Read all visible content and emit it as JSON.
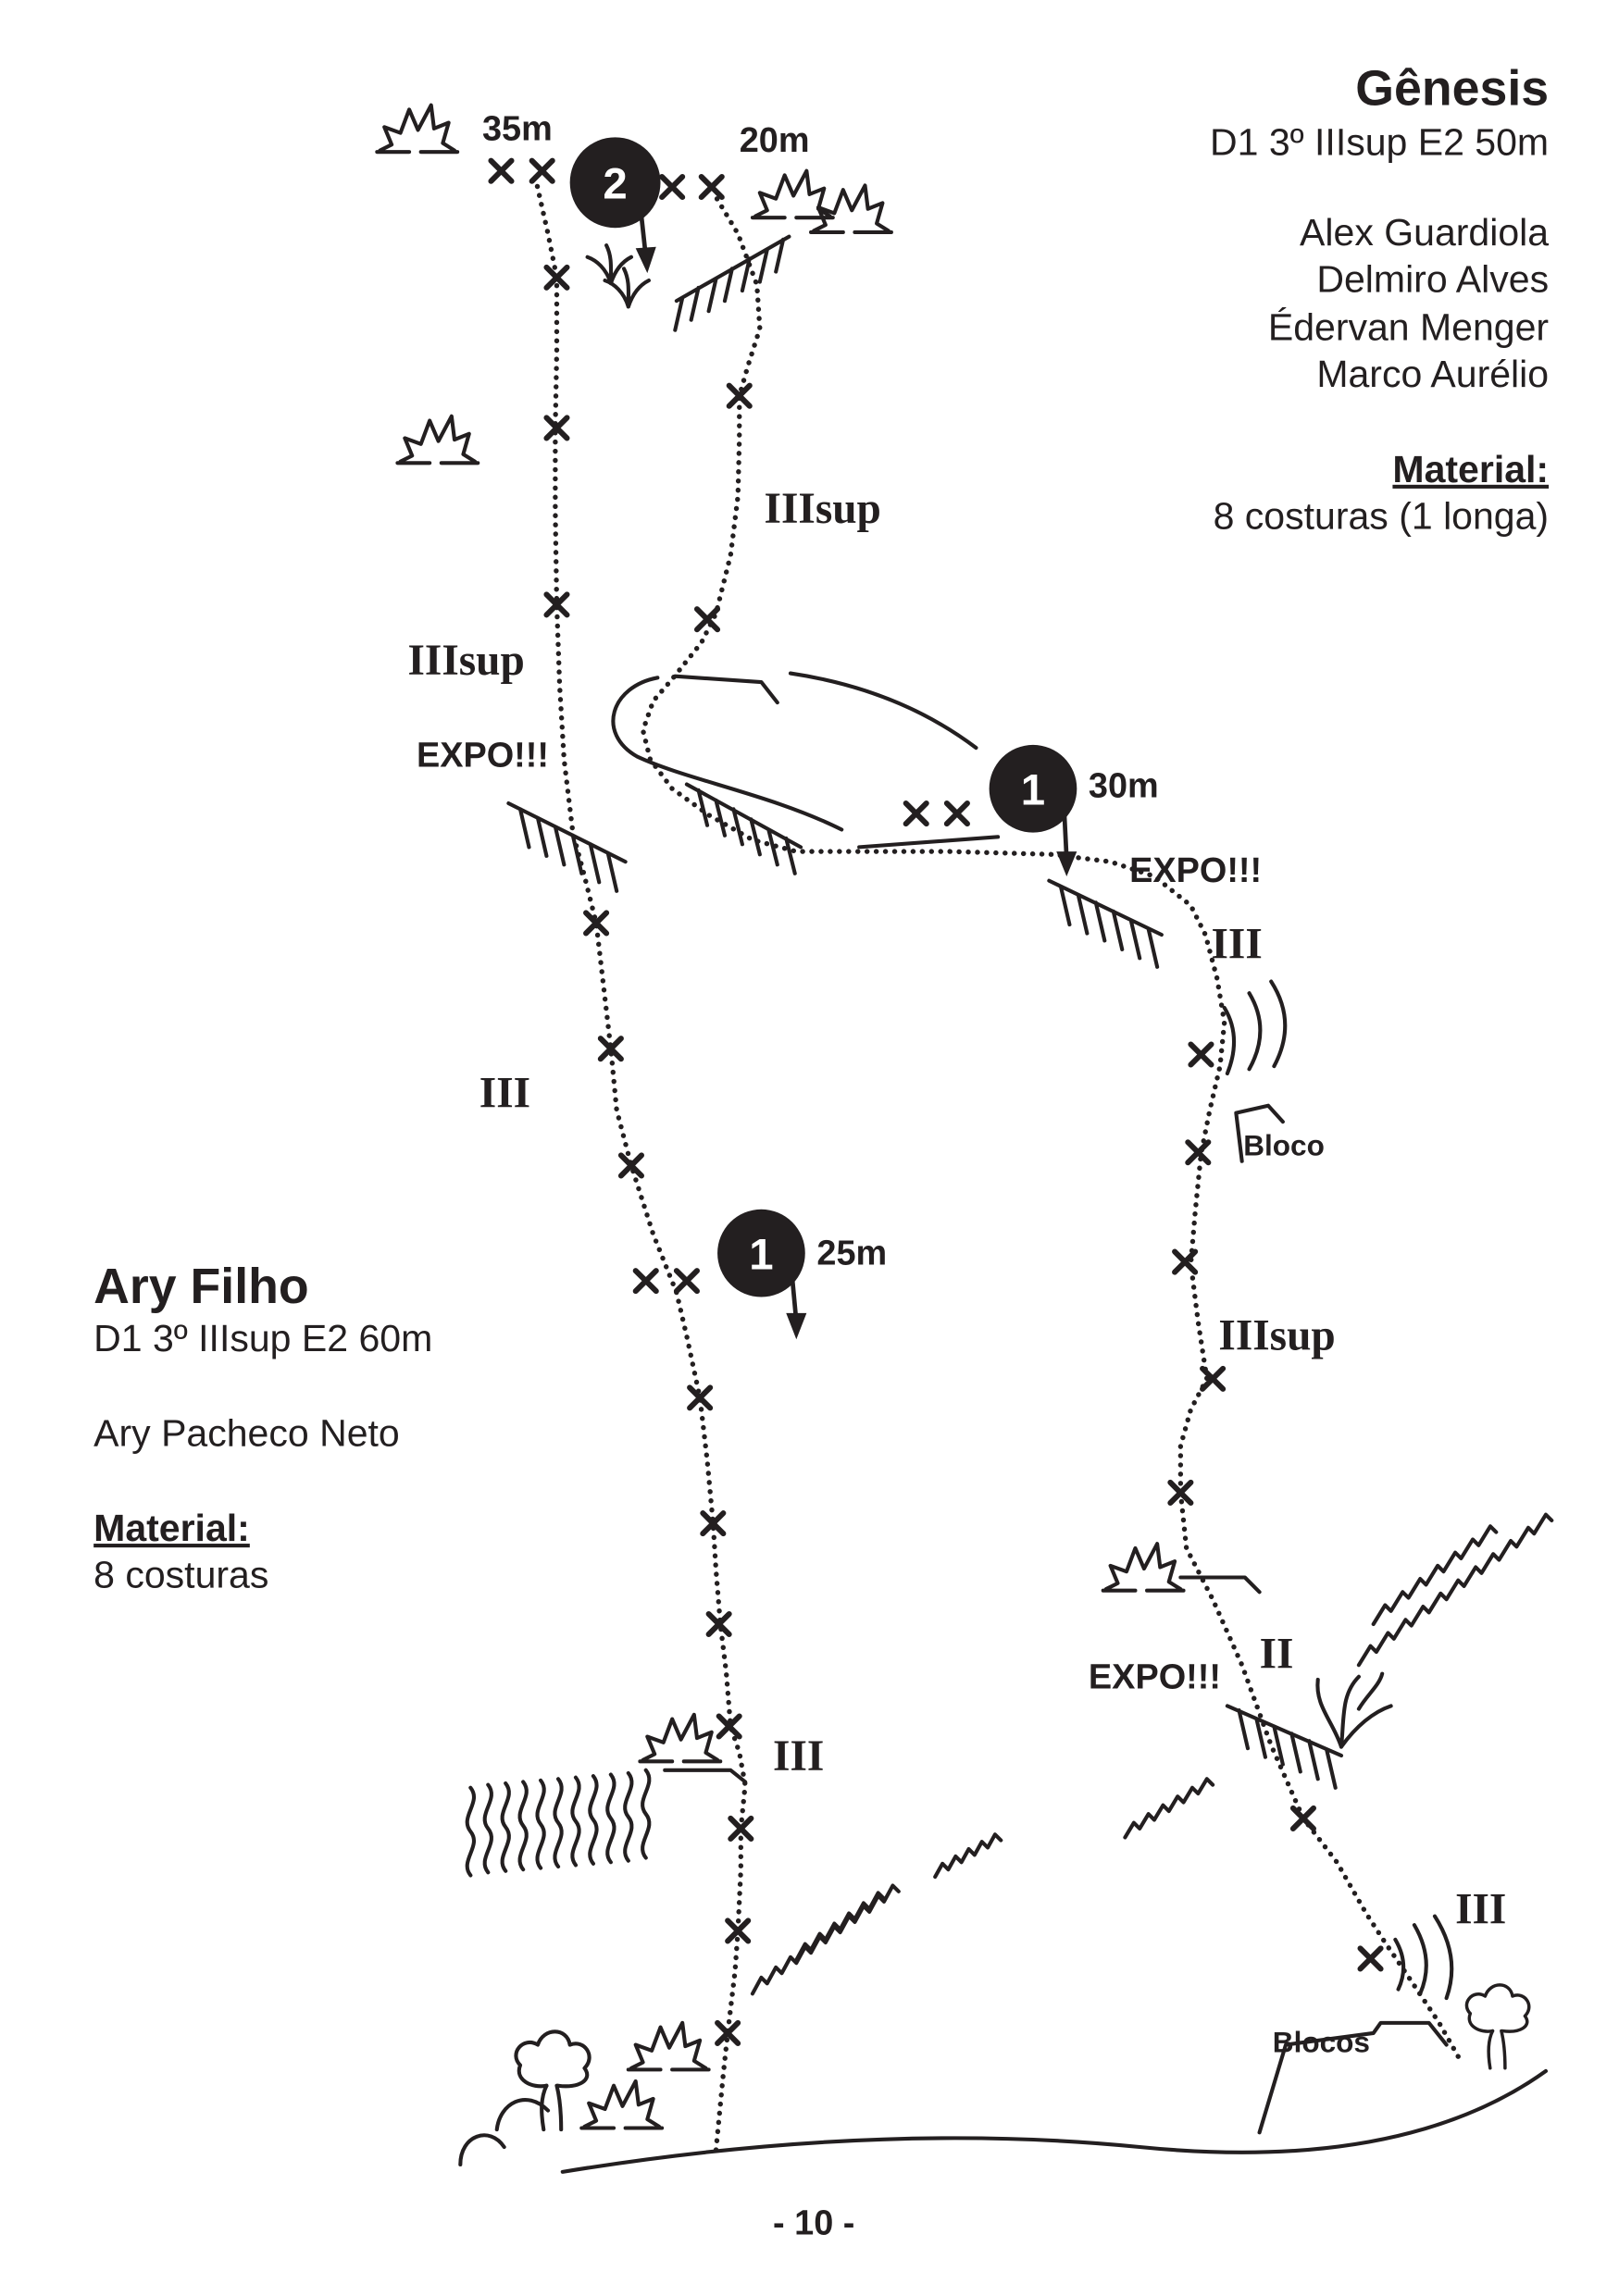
{
  "page": {
    "number": "- 10 -"
  },
  "colors": {
    "ink": "#231f20",
    "paper": "#ffffff"
  },
  "routes": {
    "genesis": {
      "name": "Gênesis",
      "grade": "D1 3º IIIsup E2 50m",
      "authors": [
        "Alex Guardiola",
        "Delmiro Alves",
        "Édervan Menger",
        "Marco Aurélio"
      ],
      "material_label": "Material:",
      "material": "8 costuras (1 longa)"
    },
    "ary_filho": {
      "name": "Ary Filho",
      "grade": "D1 3º IIIsup E2 60m",
      "authors": [
        "Ary Pacheco Neto"
      ],
      "material_label": "Material:",
      "material": "8 costuras"
    }
  },
  "topo": {
    "belay_top": {
      "number": "2",
      "length_ary_filho": "35m",
      "length_genesis": "20m"
    },
    "belay_genesis_1": {
      "number": "1",
      "length": "30m"
    },
    "belay_ary_filho_1": {
      "number": "1",
      "length": "25m"
    },
    "grades": {
      "genesis_p2": "IIIsup",
      "ary_filho_p2": "IIIsup",
      "genesis_upper": "III",
      "ary_filho_mid": "III",
      "genesis_mid": "IIIsup",
      "genesis_lower": "II",
      "ary_filho_base": "III",
      "genesis_base": "III"
    },
    "warnings": {
      "ary_filho_p2": "EXPO!!!",
      "genesis_traverse": "EXPO!!!",
      "genesis_lower": "EXPO!!!"
    },
    "features": {
      "block": "Bloco",
      "blocks": "Blocos"
    }
  }
}
